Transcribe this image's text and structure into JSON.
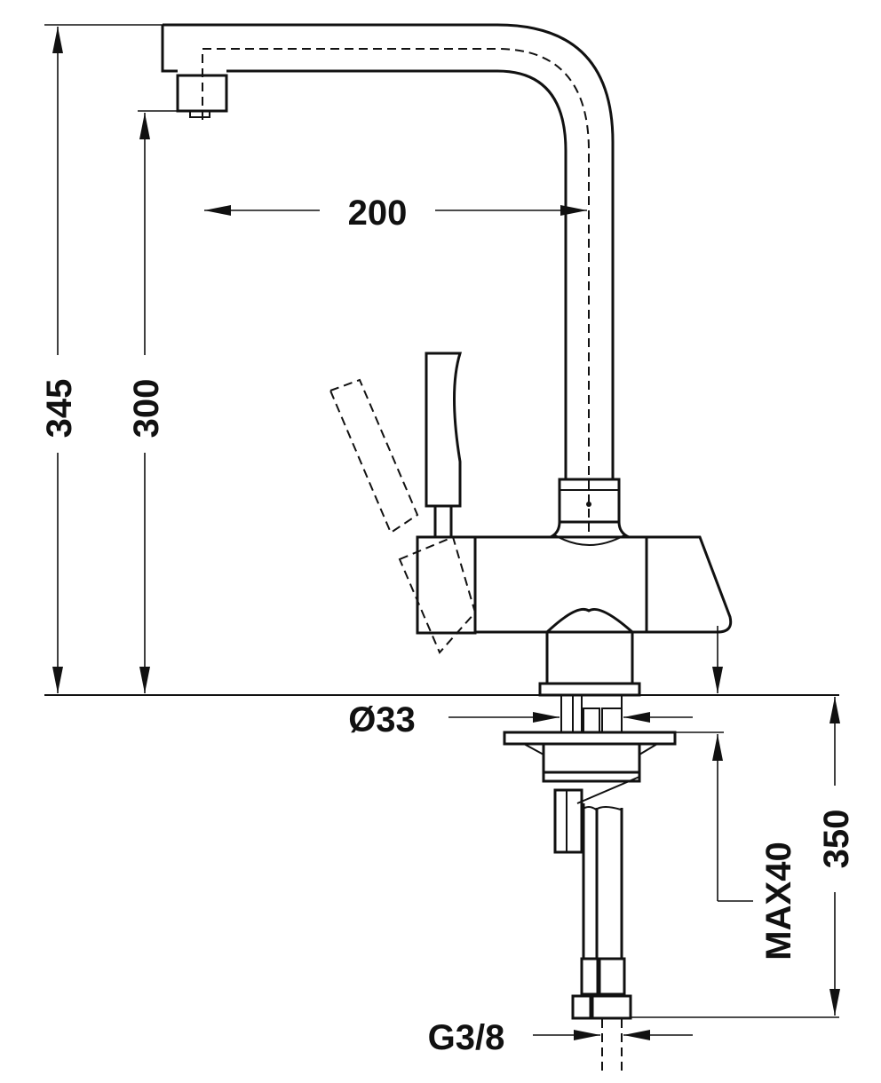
{
  "title": "Kitchen mixer tap dimension drawing",
  "dimensions": {
    "total_height": "345",
    "spout_height": "300",
    "spout_reach": "200",
    "hole_diameter": "Ø33",
    "hose_length": "350",
    "max_counter_thickness": "MAX40",
    "connection_thread": "G3/8"
  },
  "colors": {
    "line": "#111111",
    "background": "#ffffff"
  }
}
